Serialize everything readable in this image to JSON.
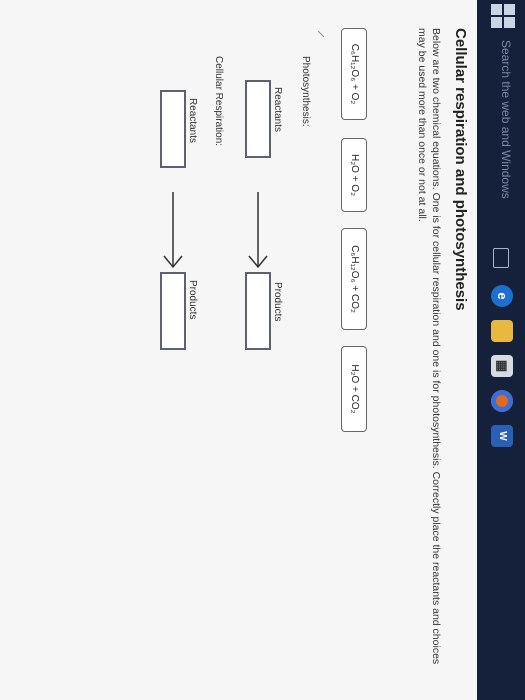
{
  "taskbar": {
    "search_placeholder": "Search the web and Windows",
    "icons": [
      "windows-logo-icon",
      "task-view-icon",
      "edge-browser-icon",
      "file-explorer-icon",
      "store-icon",
      "firefox-icon",
      "word-icon"
    ]
  },
  "page": {
    "title": "Cellular respiration and photosynthesis",
    "instructions": "Below are two chemical equations. One is for cellular respiration and one is for photosynthesis. Correctly place the reactants and choices may be used more than once or not at all."
  },
  "choices": [
    {
      "label": "C₆H₁₂O₆ + O₂"
    },
    {
      "label": "H₂O + O₂"
    },
    {
      "label": "C₆H₁₂O₆ + CO₂"
    },
    {
      "label": "H₂O + CO₂"
    }
  ],
  "photosynthesis": {
    "label": "Photosynthesis:",
    "reactants_label": "Reactants",
    "products_label": "Products"
  },
  "cellular_respiration": {
    "label": "Cellular Respiration:",
    "reactants_label": "Reactants",
    "products_label": "Products"
  }
}
